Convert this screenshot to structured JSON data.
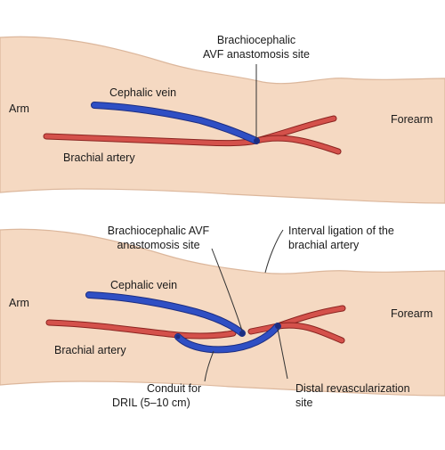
{
  "top_panel": {
    "anastomosis_label_line1": "Brachiocephalic",
    "anastomosis_label_line2": "AVF anastomosis site",
    "cephalic_vein": "Cephalic vein",
    "arm": "Arm",
    "forearm": "Forearm",
    "brachial_artery": "Brachial artery"
  },
  "bottom_panel": {
    "anastomosis_label_line1": "Brachiocephalic AVF",
    "anastomosis_label_line2": "anastomosis site",
    "ligation_label_line1": "Interval ligation of the",
    "ligation_label_line2": "brachial artery",
    "cephalic_vein": "Cephalic vein",
    "arm": "Arm",
    "forearm": "Forearm",
    "brachial_artery": "Brachial artery",
    "conduit_label_line1": "Conduit for",
    "conduit_label_line2": "DRIL (5–10 cm)",
    "distal_label_line1": "Distal revascularization",
    "distal_label_line2": "site"
  },
  "colors": {
    "skin_fill": "#f5d9c2",
    "skin_edge": "#dcb79c",
    "vein_blue": "#2f4fc4",
    "artery_red": "#d4514b",
    "leader_line": "#333333"
  }
}
